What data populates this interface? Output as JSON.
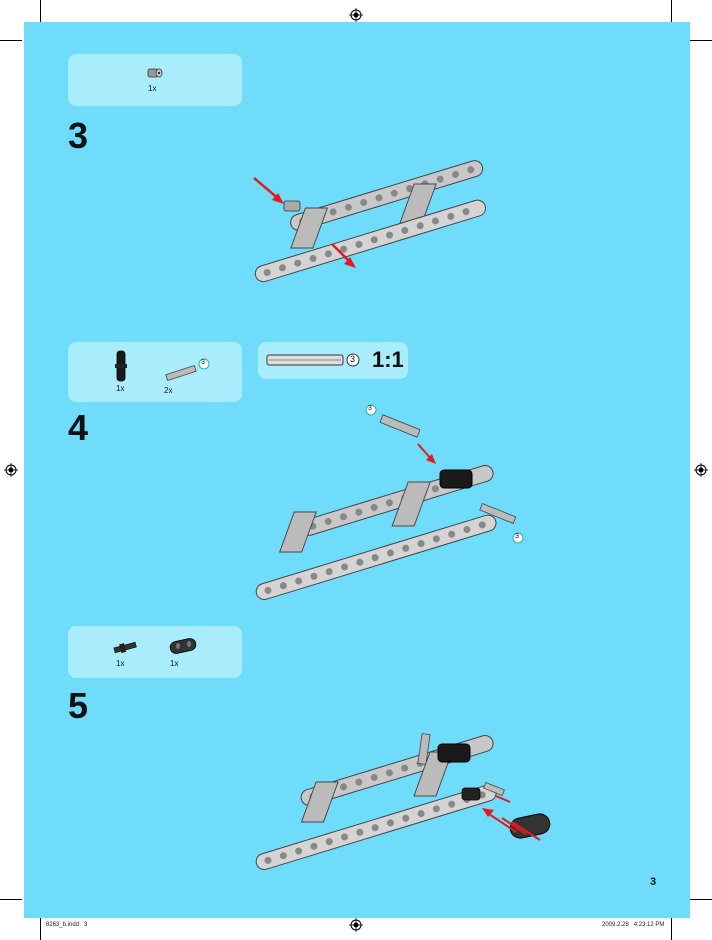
{
  "steps": [
    {
      "number": "3",
      "parts": [
        {
          "qty": "1x",
          "icon": "axle-pin-connector-icon"
        }
      ]
    },
    {
      "number": "4",
      "parts": [
        {
          "qty": "1x",
          "icon": "axle-pin-black-icon"
        },
        {
          "qty": "2x",
          "icon": "axle-3-icon",
          "length": "3"
        }
      ],
      "scale": {
        "label": "1:1",
        "length": "3"
      },
      "callouts": [
        "3",
        "3"
      ]
    },
    {
      "number": "5",
      "parts": [
        {
          "qty": "1x",
          "icon": "bush-connector-icon"
        },
        {
          "qty": "1x",
          "icon": "axle-joiner-icon"
        }
      ]
    }
  ],
  "page_number": "3",
  "slug": {
    "file": "8263_b.indd   3",
    "date": "2009.2.28   4:23:12 PM"
  },
  "colors": {
    "background": "#6fdcfb",
    "partbox": "#a9ecfb",
    "arrow": "#e11b22",
    "beam": "#c8c8c8"
  }
}
